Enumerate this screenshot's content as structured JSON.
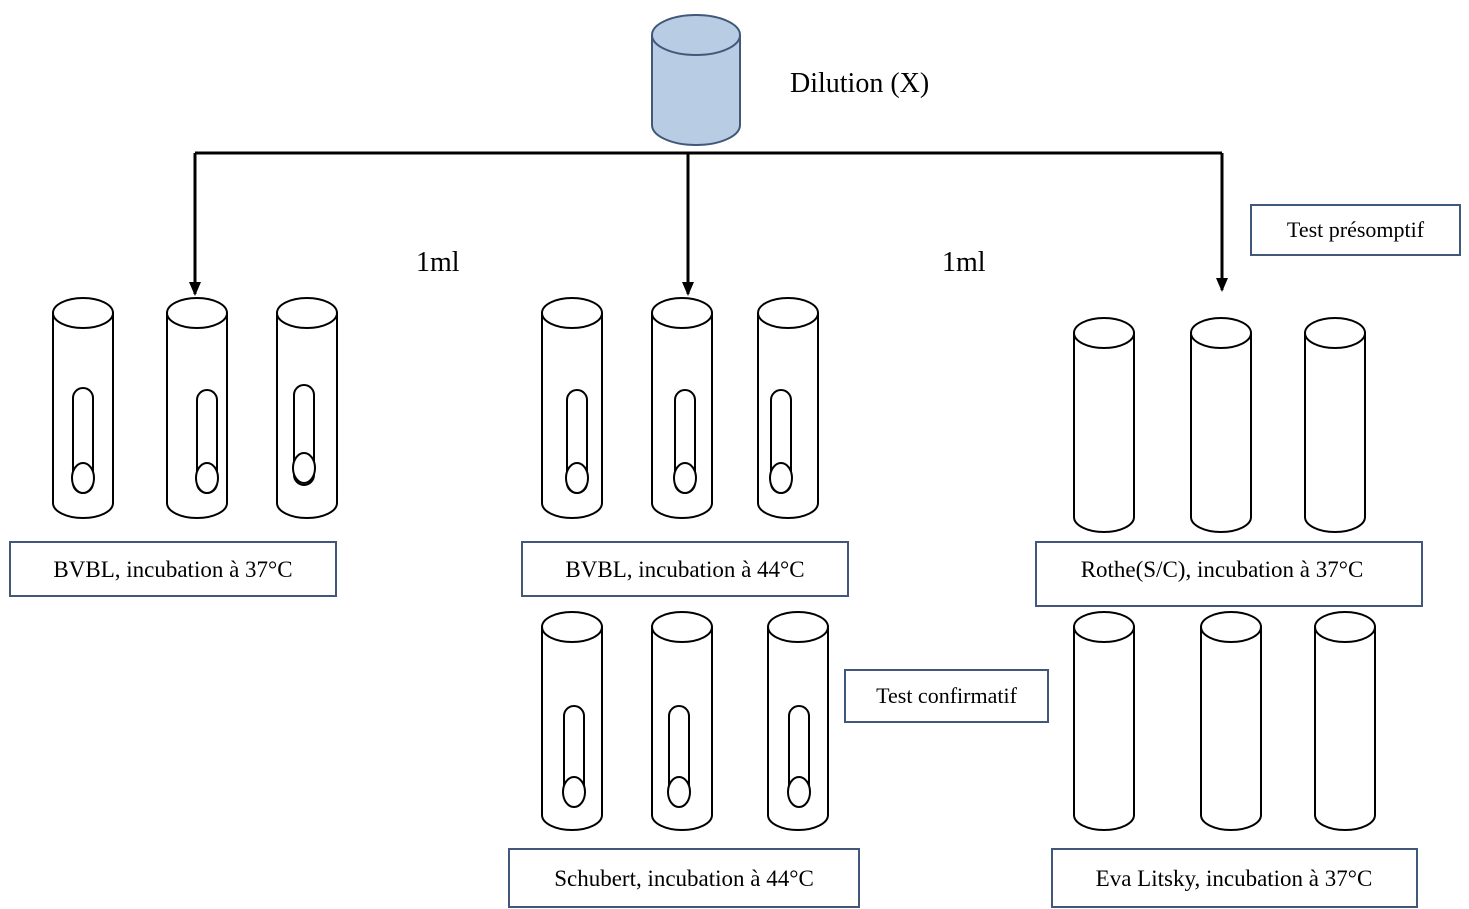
{
  "source_label": "Dilution (X)",
  "volume_labels": [
    "1ml",
    "1ml"
  ],
  "presumptive_test_label": "Test présomptif",
  "confirmatory_test_label": "Test confirmatif",
  "tube_groups": [
    {
      "label": "BVBL, incubation à 37°C",
      "tubes": 3,
      "durham_tube": true
    },
    {
      "label": "BVBL, incubation à 44°C",
      "tubes": 3,
      "durham_tube": true
    },
    {
      "label": "Rothe(S/C), incubation à 37°C",
      "tubes": 3,
      "durham_tube": false
    },
    {
      "label": "Schubert, incubation à 44°C",
      "tubes": 3,
      "durham_tube": true
    },
    {
      "label": "Eva Litsky, incubation à 37°C",
      "tubes": 3,
      "durham_tube": false
    }
  ],
  "colors": {
    "cylinder_fill": "#b8cce4",
    "cylinder_stroke": "#41587a",
    "box_border": "#41587a",
    "line": "#000000"
  }
}
